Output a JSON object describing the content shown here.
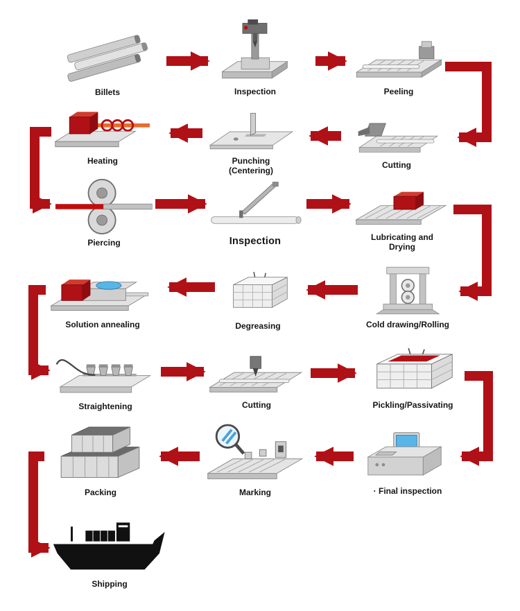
{
  "arrow_color": "#b01116",
  "steps": [
    {
      "label": "Billets",
      "icon": "billets-icon"
    },
    {
      "label": "Inspection",
      "icon": "drilling-inspection-machine-icon"
    },
    {
      "label": "Peeling",
      "icon": "peeling-machine-icon"
    },
    {
      "label": "Cutting",
      "icon": "cutting-machine-icon"
    },
    {
      "label": "Punching (Centering)",
      "icon": "punching-machine-icon"
    },
    {
      "label": "Heating",
      "icon": "heating-furnace-icon"
    },
    {
      "label": "Piercing",
      "icon": "piercing-rollers-icon"
    },
    {
      "label": "Inspection",
      "icon": "caliper-inspection-icon"
    },
    {
      "label": "Lubricating and Drying",
      "icon": "lubricating-drying-conveyor-icon"
    },
    {
      "label": "Cold drawing/Rolling",
      "icon": "cold-drawing-mill-icon"
    },
    {
      "label": "Degreasing",
      "icon": "degreasing-tank-icon"
    },
    {
      "label": "Solution annealing",
      "icon": "solution-annealing-furnace-icon"
    },
    {
      "label": "Straightening",
      "icon": "straightening-machine-icon"
    },
    {
      "label": "Cutting",
      "icon": "cutting-saw-conveyor-icon"
    },
    {
      "label": "Pickling/Passivating",
      "icon": "pickling-tank-icon"
    },
    {
      "label": "· Final inspection",
      "icon": "final-inspection-station-icon"
    },
    {
      "label": "Marking",
      "icon": "marking-station-icon"
    },
    {
      "label": "Packing",
      "icon": "packing-crates-icon"
    },
    {
      "label": "Shipping",
      "icon": "cargo-ship-icon"
    }
  ]
}
